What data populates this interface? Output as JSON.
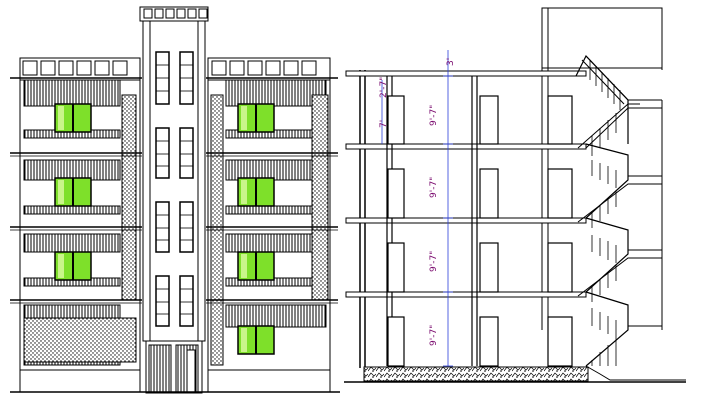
{
  "colors": {
    "line": "#000000",
    "glass": "#7ee02a",
    "glass_light": "#c9f58a",
    "dimension": "#7a0a6e",
    "dim_arrow": "#2b3fd9"
  },
  "elevation": {
    "floors": 4
  },
  "section": {
    "floor_heights": [
      "9'-7\"",
      "9'-7\"",
      "9'-7\"",
      "9'-7\""
    ],
    "parapet": "3'",
    "top_detail_a": "2'-7\"",
    "top_detail_b": "7'"
  }
}
